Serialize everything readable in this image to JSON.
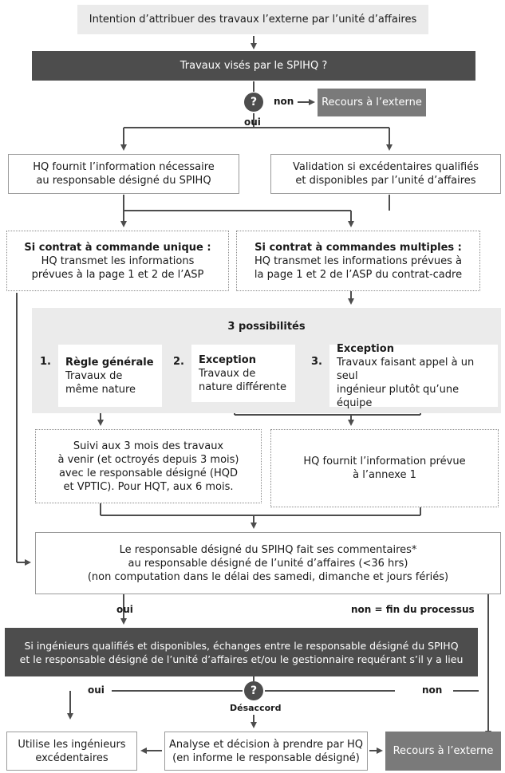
{
  "intention": "Intention d’attribuer des travaux l’externe par l’unité d’affaires",
  "travaux_vises": "Travaux visés par le SPIHQ ?",
  "q1_symbol": "?",
  "non_label_1": "non",
  "recours_externe_1": "Recours à l’externe",
  "oui_label_1": "oui",
  "hq_fournit_l1": "HQ fournit l’information nécessaire",
  "hq_fournit_l2": "au responsable désigné du SPIHQ",
  "validation_l1": "Validation si excédentaires qualifiés",
  "validation_l2": "et disponibles par l’unité d’affaires",
  "unique_title": "Si contrat à commande unique :",
  "unique_l1": "HQ transmet les informations",
  "unique_l2": "prévues à la page 1 et 2 de l’ASP",
  "multiples_title": "Si contrat à commandes multiples :",
  "multiples_l1": "HQ transmet les informations prévues à",
  "multiples_l2": "la page 1 et 2 de l’ASP du contrat-cadre",
  "possibilites": "3 possibilités",
  "opt1_num": "1.",
  "opt1_title": "Règle générale",
  "opt1_l1": "Travaux de",
  "opt1_l2": "même nature",
  "opt2_num": "2.",
  "opt2_title": "Exception",
  "opt2_l1": "Travaux de",
  "opt2_l2": "nature différente",
  "opt3_num": "3.",
  "opt3_title": "Exception",
  "opt3_l1": "Travaux faisant appel à un seul",
  "opt3_l2": "ingénieur plutôt qu’une équipe",
  "suivi_l1": "Suivi aux 3 mois des travaux",
  "suivi_l2": "à venir (et octroyés depuis 3 mois)",
  "suivi_l3": "avec le responsable désigné (HQD",
  "suivi_l4": "et VPTIC). Pour HQT, aux 6 mois.",
  "annexe_l1": "HQ fournit l’information prévue",
  "annexe_l2": "à l’annexe 1",
  "comment_l1": "Le responsable désigné du SPIHQ fait ses commentaires*",
  "comment_l2": "au responsable désigné de l’unité d’affaires (<36 hrs)",
  "comment_l3": "(non computation dans le délai des samedi, dimanche et jours fériés)",
  "oui_label_2": "oui",
  "non_fin": "non = fin du processus",
  "echanges_l1": "Si ingénieurs qualifiés et disponibles, échanges entre le responsable désigné du SPIHQ",
  "echanges_l2": "et le responsable désigné de l’unité d’affaires et/ou le gestionnaire requérant s’il y a lieu",
  "q2_symbol": "?",
  "oui_label_3": "oui",
  "non_label_3": "non",
  "desaccord": "Désaccord",
  "utilise_l1": "Utilise les ingénieurs",
  "utilise_l2": "excédentaires",
  "analyse_l1": "Analyse et décision à prendre par HQ",
  "analyse_l2": "(en informe le responsable désigné)",
  "recours_externe_2": "Recours à l’externe"
}
